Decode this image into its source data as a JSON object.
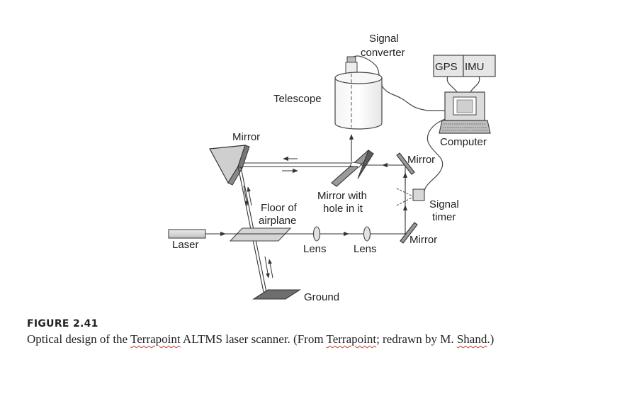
{
  "labels": {
    "signal_converter": [
      "Signal",
      "converter"
    ],
    "gps": "GPS",
    "imu": "IMU",
    "telescope": "Telescope",
    "computer": "Computer",
    "mirror_top_left": "Mirror",
    "mirror_right_top": "Mirror",
    "mirror_with_hole": [
      "Mirror with",
      "hole in it"
    ],
    "floor_of_airplane": [
      "Floor of",
      "airplane"
    ],
    "signal_timer": [
      "Signal",
      "timer"
    ],
    "laser": "Laser",
    "lens_1": "Lens",
    "lens_2": "Lens",
    "mirror_bottom_right": "Mirror",
    "ground": "Ground"
  },
  "caption": {
    "figure_number": "FIGURE 2.41",
    "text_before": "Optical design of the ",
    "terrapoint_1": "Terrapoint",
    "text_middle": " ALTMS laser scanner. (From ",
    "terrapoint_2": "Terrapoint",
    "text_redrawn": "; redrawn by M. ",
    "shand": "Shand",
    "text_end": ".)"
  },
  "colors": {
    "line": "#333333",
    "fill_light": "#d8d8d8",
    "fill_dark": "#6e6e6e",
    "wavy_underline": "#c0392b"
  }
}
